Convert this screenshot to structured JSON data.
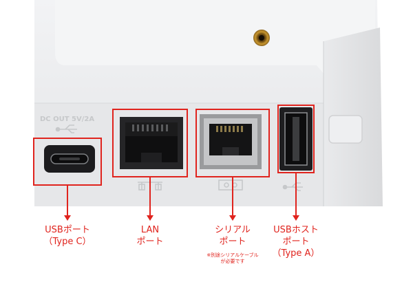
{
  "device": {
    "dc_out_print": "DC OUT 5V/2A",
    "body_color": "#ececee",
    "port_color": "#1e1e20",
    "accent_color": "#e0231d"
  },
  "callouts": {
    "usb_c": {
      "line1": "USBポート",
      "line2": "（Type C）"
    },
    "lan": {
      "line1": "LAN",
      "line2": "ポート"
    },
    "serial": {
      "line1": "シリアル",
      "line2": "ポート",
      "note1": "※別途シリアルケーブル",
      "note2": "が必要です"
    },
    "usb_host": {
      "line1": "USBホスト",
      "line2": "ポート",
      "line3": "（Type A）"
    }
  }
}
